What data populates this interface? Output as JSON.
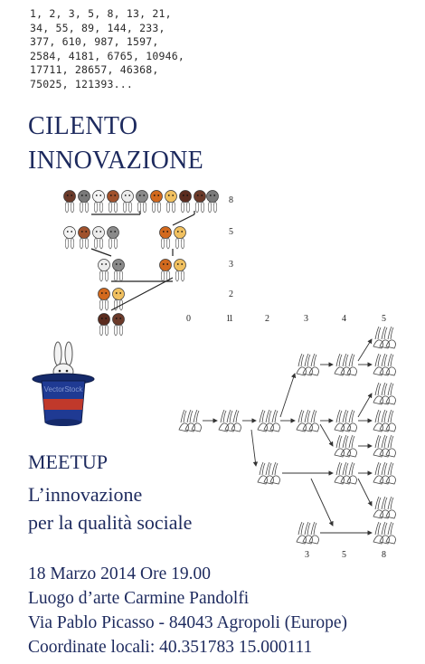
{
  "fibonacci": {
    "lines": [
      "1, 2, 3, 5, 8, 13, 21,",
      "34, 55, 89, 144, 233,",
      "377, 610, 987, 1597,",
      "2584, 4181, 6765, 10946,",
      "17711, 28657, 46368,",
      "75025, 121393..."
    ]
  },
  "title": {
    "line1": "CILENTO",
    "line2": "INNOVAZIONE"
  },
  "pyramid": {
    "row_numbers": [
      "8",
      "5",
      "3",
      "2",
      "1"
    ]
  },
  "hat": {
    "watermark": "VectorStock"
  },
  "tree": {
    "top_labels": [
      "0",
      "1",
      "2",
      "3",
      "4",
      "5"
    ],
    "bottom_labels": [
      "3",
      "5",
      "8"
    ]
  },
  "event": {
    "meetup": "MEETUP",
    "subtitle_line1": "L’innovazione",
    "subtitle_line2": "per la qualità sociale",
    "date_time": "18 Marzo 2014 Ore 19.00",
    "venue": "Luogo d’arte Carmine Pandolfi",
    "address": "Via Pablo Picasso - 84043 Agropoli (Europe)",
    "coordinates": "Coordinate locali: 40.351783 15.000111"
  },
  "colors": {
    "navy": "#1d2a5e",
    "hat_band": "#c0392b",
    "hat_body": "#1f3a93"
  }
}
